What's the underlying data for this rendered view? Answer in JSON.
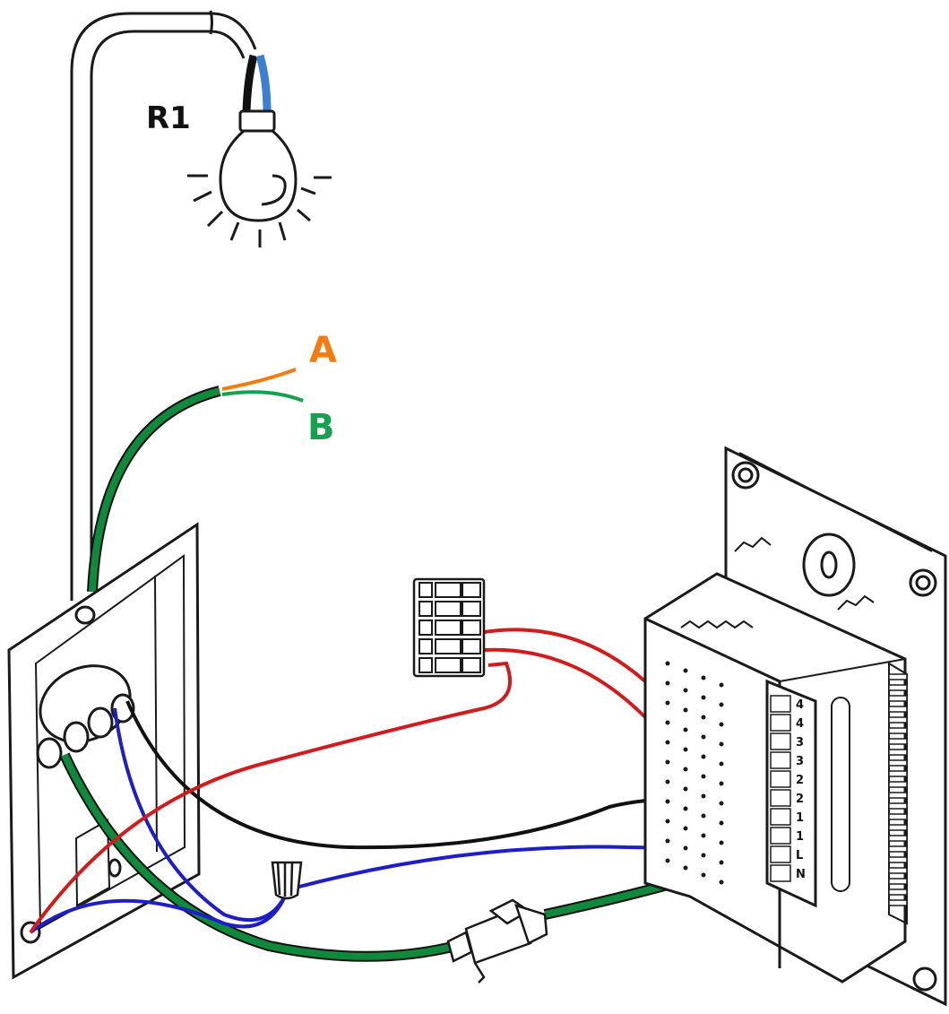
{
  "labels": {
    "lamp": "R1",
    "wire_a": "A",
    "wire_b": "B"
  },
  "terminals": [
    "4",
    "4",
    "3",
    "3",
    "2",
    "2",
    "1",
    "1",
    "L",
    "N"
  ],
  "colors": {
    "wire_red": "#d01c1c",
    "wire_blue": "#1e1ec8",
    "wire_black": "#111111",
    "cable_green": "#0f8a3c",
    "wire_orange": "#f47b12",
    "label_orange": "#f47b12",
    "label_green": "#16a050",
    "lamp_blue_wire": "#3b7fd0",
    "outline": "#1a1a1a"
  },
  "icons": {
    "lamp": "light-bulb-icon",
    "junction": "wago-lever-connector-icon",
    "wire_nut": "wire-nut-icon",
    "plug": "rj-connector-icon",
    "thermostat": "thermostat-unit-icon",
    "back_box": "wall-back-box-icon"
  }
}
